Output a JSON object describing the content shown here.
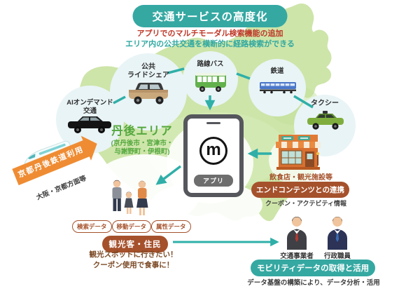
{
  "title": "交通サービスの高度化",
  "subtitle_red": "アプリでのマルチモーダル検索機能の追加",
  "subtitle_teal": "エリア内の公共交通を横断的に経路検索ができる",
  "area": {
    "name": "丹後エリア",
    "cities_line1": "(京丹後市・宮津市・",
    "cities_line2": "与謝野町・伊根町)"
  },
  "transport_nodes": [
    {
      "id": "ai-ondemand-transit",
      "lines": [
        "AIオンデマンド",
        "交通"
      ],
      "icon": "black-sedan-icon"
    },
    {
      "id": "public-rideshare",
      "lines": [
        "公共",
        "ライドシェア"
      ],
      "icon": "minivan-icon"
    },
    {
      "id": "route-bus",
      "lines": [
        "路線バス"
      ],
      "icon": "bus-icon"
    },
    {
      "id": "railway",
      "lines": [
        "鉄道"
      ],
      "icon": "train-icon"
    },
    {
      "id": "taxi",
      "lines": [
        "タクシー"
      ],
      "icon": "taxi-icon"
    }
  ],
  "app": {
    "label": "アプリ",
    "logo_letter": "m"
  },
  "rail_banner": {
    "label": "京都丹後鉄道利用",
    "destination": "大阪・京都方面等"
  },
  "store": {
    "label": "飲食店・観光施設等"
  },
  "end_content": {
    "pill_label": "エンドコンテンツとの連携",
    "info": "クーポン・アクテビティ情報"
  },
  "users": {
    "data_tags": [
      "検索データ",
      "移動データ",
      "属性データ"
    ],
    "pill_label": "観光客・住民",
    "quote_line1": "観光スポットに行きたい！",
    "quote_line2": "クーポン使用で食事に！"
  },
  "stakeholders": [
    {
      "label": "交通事業者"
    },
    {
      "label": "行政職員"
    }
  ],
  "mobility": {
    "pill_label": "モビリティデータの取得と活用",
    "description": "データ基盤の構築により、データ分析・活用"
  },
  "colors": {
    "teal": "#35a8a2",
    "arrow_teal": "#2fafa8",
    "red": "#bf3526",
    "brown": "#a5512c",
    "orange": "#ef8c33",
    "map_green": "#cde5a9",
    "area_green": "#55a83f",
    "circle_blue": "#e9f4f6"
  }
}
